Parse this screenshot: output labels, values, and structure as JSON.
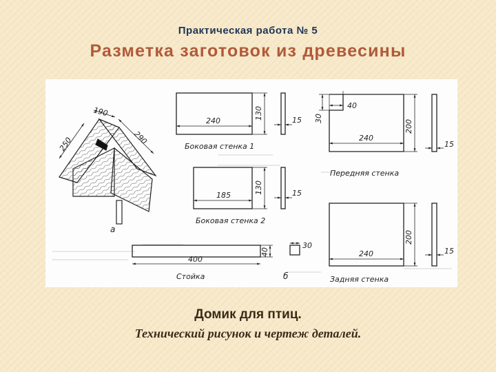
{
  "slide": {
    "subtitle": "Практическая работа № 5",
    "title": "Разметка заготовок из древесины"
  },
  "drawing": {
    "fig_a": "а",
    "fig_b": "б",
    "house": {
      "d190": "190",
      "d290": "290",
      "d250": "250"
    },
    "side1": {
      "label": "Боковая стенка 1",
      "width": "240",
      "height": "130",
      "thickness": "15"
    },
    "side2": {
      "label": "Боковая стенка 2",
      "width": "185",
      "height": "130",
      "thickness": "15"
    },
    "front": {
      "label": "Передняя стенка",
      "width": "240",
      "height": "200",
      "thickness": "15",
      "notch_w": "40",
      "notch_h": "30"
    },
    "back": {
      "label": "Задняя стенка",
      "width": "240",
      "height": "200",
      "thickness": "15"
    },
    "post": {
      "label": "Стойка",
      "length": "400",
      "height": "40",
      "section": "30"
    }
  },
  "caption": {
    "main": "Домик для птиц.",
    "sub": "Технический рисунок и чертеж деталей."
  }
}
